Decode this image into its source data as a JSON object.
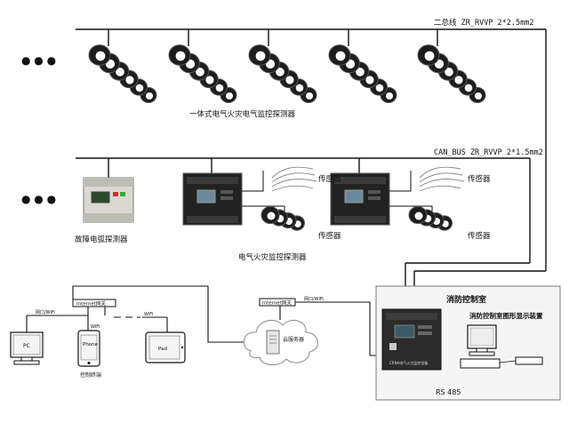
{
  "bus1_label": "二总线 ZR_RVVP 2*2.5mm2",
  "bus2_label": "CAN_BUS ZR_RVVP 2*1.5mm2",
  "detector_group_label": "一体式电气火灾电气监控探测器",
  "arc_detector_label": "故障电弧探测器",
  "monitor_detector_label": "电气火灾监控探测器",
  "sensor_label_1": "传感器",
  "sensor_label_2": "传感器",
  "sensor_label_3": "传感器",
  "sensor_label_4": "传感器",
  "control_room_label": "消防控制室",
  "display_label": "消防控制室图形显示装置",
  "rs485_label": "RS 485",
  "host_panel_label": "CRNA电气火灾监控设备",
  "cloud_label": "云服务器",
  "gateway_left_label": "Internet网关",
  "gateway_right_label": "Internet网关",
  "net_label_pc": "网口/WiFi",
  "net_label_phone": "WiFi",
  "net_label_pad": "WiFi",
  "net_label_cloud": "网口/WiFi",
  "pc_label": "PC",
  "phone_label": "Phone",
  "pad_label": "Pad",
  "terminal_label": "控制终端",
  "ellipsis_1": "●  ●  ●",
  "ellipsis_2": "●  ●  ●"
}
